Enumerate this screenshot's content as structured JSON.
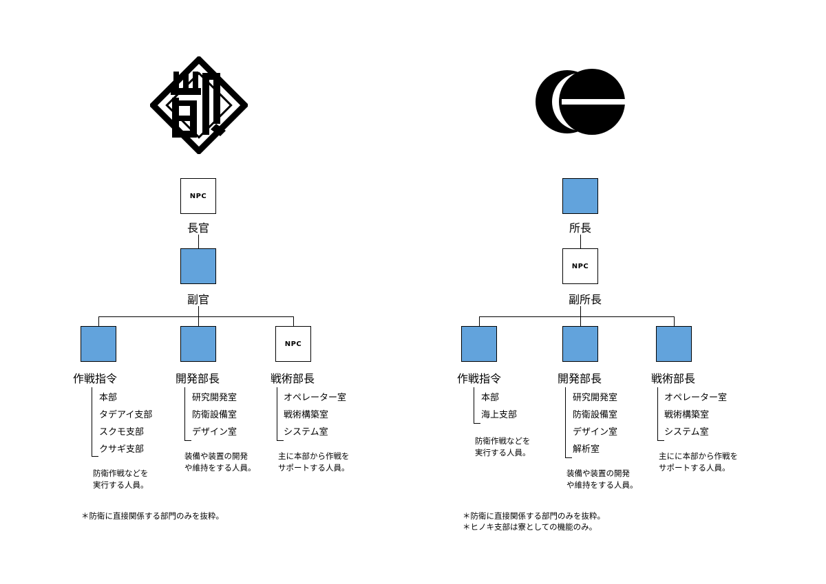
{
  "colors": {
    "filled_box": "#62a3dc",
    "line": "#000000"
  },
  "left": {
    "emblem": "diamond-emblem",
    "top": {
      "title": "長官",
      "badge": "NPC"
    },
    "second": {
      "title": "副官"
    },
    "departments": [
      {
        "title": "作戦指令",
        "items": [
          "本部",
          "タデアイ支部",
          "スクモ支部",
          "クサギ支部"
        ],
        "desc": [
          "防衛作戦などを",
          "実行する人員。"
        ]
      },
      {
        "title": "開発部長",
        "items": [
          "研究開発室",
          "防衛設備室",
          "デザイン室"
        ],
        "desc": [
          "装備や装置の開発",
          "や維持をする人員。"
        ]
      },
      {
        "title": "戦術部長",
        "badge": "NPC",
        "items": [
          "オペレーター室",
          "戦術構築室",
          "システム室"
        ],
        "desc": [
          "主に本部から作戦を",
          "サポートする人員。"
        ]
      }
    ],
    "notes": [
      "＊防衛に直接関係する部門のみを抜粋。"
    ]
  },
  "right": {
    "emblem": "circle-emblem",
    "top": {
      "title": "所長"
    },
    "second": {
      "title": "副所長",
      "badge": "NPC"
    },
    "departments": [
      {
        "title": "作戦指令",
        "items": [
          "本部",
          "海上支部"
        ],
        "desc": [
          "防衛作戦などを",
          "実行する人員。"
        ]
      },
      {
        "title": "開発部長",
        "items": [
          "研究開発室",
          "防衛設備室",
          "デザイン室",
          "解析室"
        ],
        "desc": [
          "装備や装置の開発",
          "や維持をする人員。"
        ]
      },
      {
        "title": "戦術部長",
        "items": [
          "オペレーター室",
          "戦術構築室",
          "システム室"
        ],
        "desc": [
          "主にに本部から作戦を",
          "サポートする人員。"
        ]
      }
    ],
    "notes": [
      "＊防衛に直接関係する部門のみを抜粋。",
      "＊ヒノキ支部は寮としての機能のみ。"
    ]
  }
}
